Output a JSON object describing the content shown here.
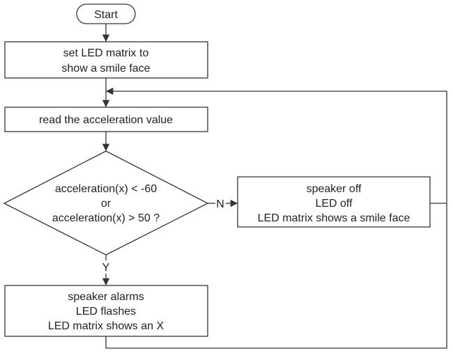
{
  "flowchart": {
    "start": "Start",
    "step1": [
      "set LED matrix to",
      "show a smile face"
    ],
    "step2": "read the acceleration value",
    "decision": [
      "acceleration(x) < -60",
      "or",
      "acceleration(x) > 50 ?"
    ],
    "no_label": "N",
    "yes_label": "Y",
    "no_action": [
      "speaker off",
      "LED off",
      "LED matrix shows a smile face"
    ],
    "yes_action": [
      "speaker alarms",
      "LED flashes",
      "LED matrix shows an X"
    ]
  }
}
